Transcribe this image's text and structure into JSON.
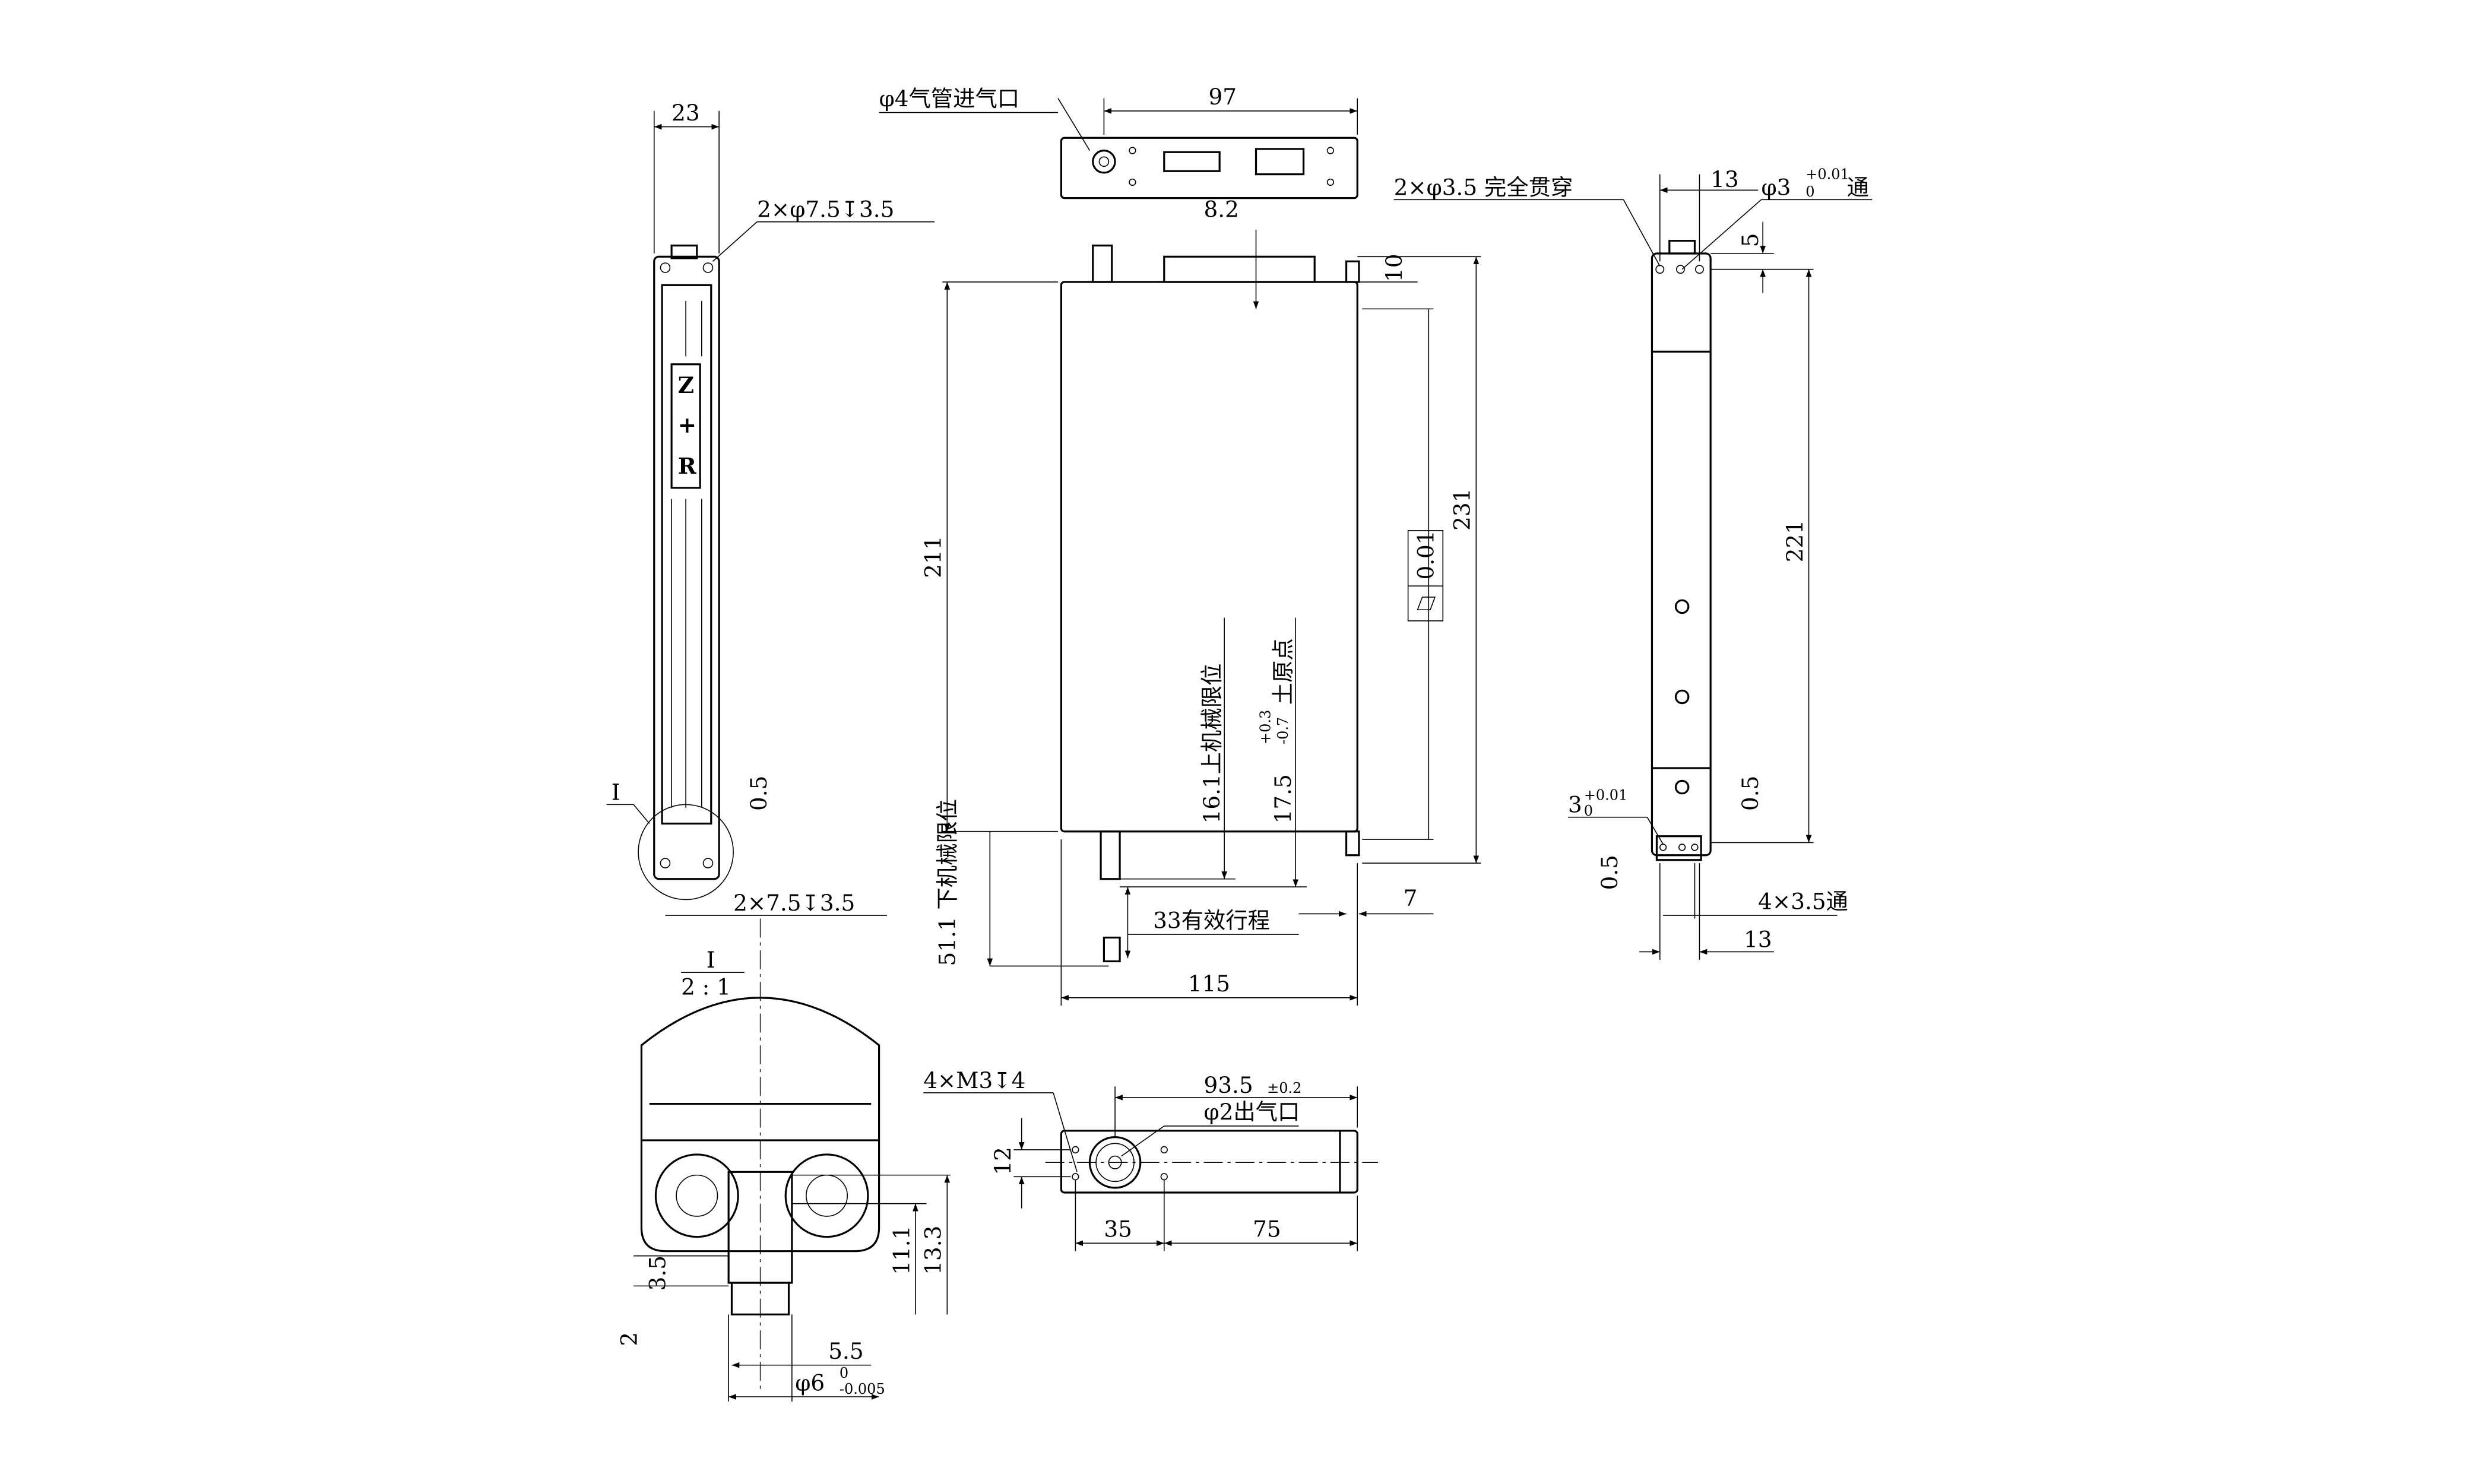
{
  "left_view": {
    "dim_width": "23",
    "hole_callout_top": "2×φ7.5↧3.5",
    "label_z": "Z",
    "label_plus": "+",
    "label_r": "R",
    "detail_marker": "I",
    "dim_offset": "0.5",
    "hole_callout_bottom": "2×7.5↧3.5"
  },
  "detail_view": {
    "title": "I",
    "scale": "2 : 1",
    "dim_11_1": "11.1",
    "dim_13_3": "13.3",
    "dim_3_5": "3.5",
    "dim_2": "2",
    "dim_5_5": "5.5",
    "dim_shaft": "φ6",
    "shaft_tol_upper": "0",
    "shaft_tol_lower": "-0.005"
  },
  "main_view": {
    "air_inlet_callout": "φ4气管进气口",
    "dim_top_width": "97",
    "dim_8_2": "8.2",
    "dim_10": "10",
    "dim_211": "211",
    "dim_231": "231",
    "flatness": "0.01",
    "upper_limit": "16.1上机械限位",
    "origin_value": "17.5",
    "origin_tol_upper": "+0.3",
    "origin_tol_lower": "-0.7",
    "origin_label": "土原点",
    "lower_limit": "51.1 下机械限位",
    "stroke": "33有效行程",
    "dim_7": "7",
    "dim_115": "115"
  },
  "bottom_view": {
    "thread_callout": "4×M3↧4",
    "dim_93_5": "93.5",
    "dim_93_5_tol": "±0.2",
    "air_outlet_callout": "φ2出气口",
    "dim_12": "12",
    "dim_35": "35",
    "dim_75": "75"
  },
  "right_view": {
    "through_hole_callout": "2×φ3.5 完全贯穿",
    "dim_13_top": "13",
    "pin_hole_value": "φ3",
    "pin_hole_tol_upper": "+0.01",
    "pin_hole_tol_lower": "0",
    "pin_hole_suffix": "通",
    "dim_5": "5",
    "dim_221": "221",
    "dim_0_5_right": "0.5",
    "pin_hole_bottom_value": "3",
    "pin_hole_bottom_tol_upper": "+0.01",
    "pin_hole_bottom_tol_lower": "0",
    "dim_0_5_left": "0.5",
    "hole_callout_bottom": "4×3.5通",
    "dim_13_bottom": "13"
  }
}
